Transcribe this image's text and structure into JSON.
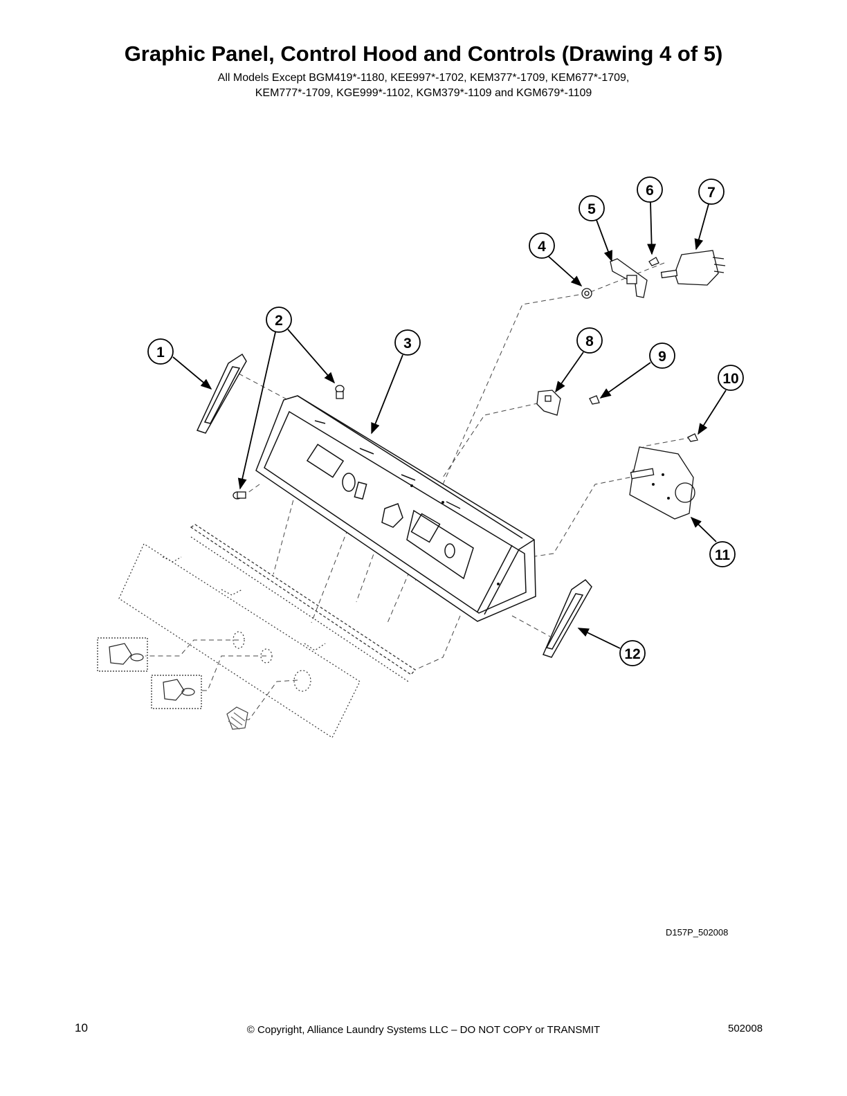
{
  "title": "Graphic Panel, Control Hood and Controls (Drawing 4 of 5)",
  "subtitle_line1": "All Models Except BGM419*-1180, KEE997*-1702, KEM377*-1709, KEM677*-1709,",
  "subtitle_line2": "KEM777*-1709, KGE999*-1102, KGM379*-1109 and KGM679*-1109",
  "callouts": [
    "1",
    "2",
    "3",
    "4",
    "5",
    "6",
    "7",
    "8",
    "9",
    "10",
    "11",
    "12"
  ],
  "drawing_code": "D157P_502008",
  "footer": {
    "page_number": "10",
    "copyright": "© Copyright, Alliance Laundry Systems LLC – DO NOT COPY or TRANSMIT",
    "doc_number": "502008"
  }
}
